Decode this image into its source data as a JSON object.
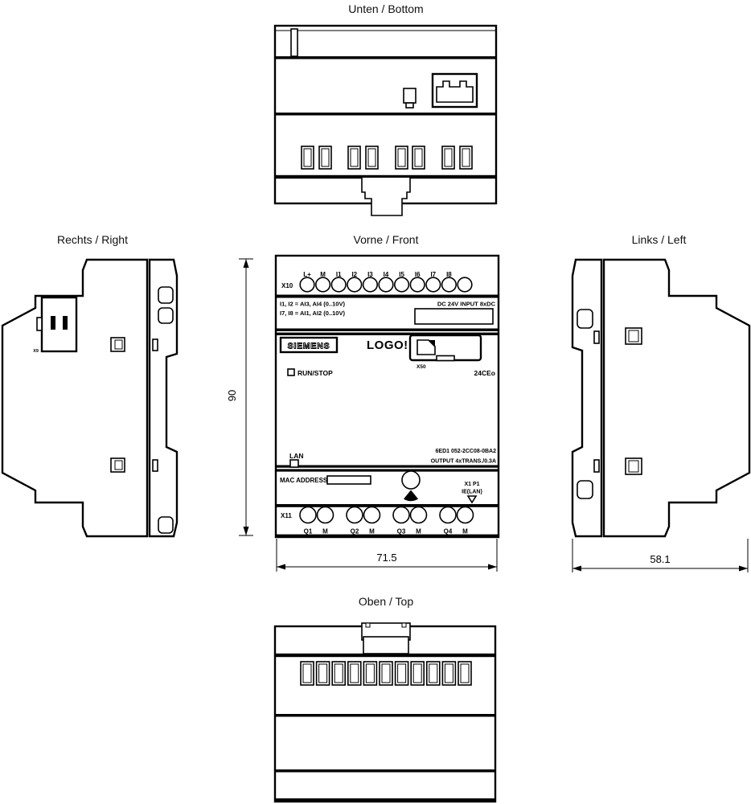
{
  "page": {
    "background": "#ffffff",
    "line_color": "#000000"
  },
  "views": {
    "bottom": {
      "title": "Unten / Bottom"
    },
    "right": {
      "title": "Rechts / Right",
      "connector": "X9"
    },
    "front": {
      "title": "Vorne / Front"
    },
    "left": {
      "title": "Links / Left"
    },
    "top": {
      "title": "Oben / Top"
    }
  },
  "front_panel": {
    "top_terminal": {
      "name": "X10",
      "labels": [
        "L+",
        "M",
        "I1",
        "I2",
        "I3",
        "I4",
        "I5",
        "I6",
        "I7",
        "I8"
      ]
    },
    "input_note_line1": "I1, I2 = AI3, AI4 (0..10V)",
    "input_note_line2": "I7, I8 = AI1, AI2 (0..10V)",
    "input_rating": "DC 24V INPUT 8xDC",
    "brand": "SIEMENS",
    "product": "LOGO!",
    "card_slot": "X50",
    "run_stop_label": "RUN/STOP",
    "type_label": "24CEo",
    "lan_label": "LAN",
    "order_number": "6ED1 052-2CC08-0BA2",
    "output_rating": "OUTPUT 4xTRANS./0.3A",
    "mac_label": "MAC ADDRESS",
    "port_label_line1": "X1 P1",
    "port_label_line2": "IE(LAN)",
    "bottom_terminal": {
      "name": "X11",
      "labels": [
        "Q1",
        "M",
        "Q2",
        "M",
        "Q3",
        "M",
        "Q4",
        "M"
      ]
    }
  },
  "dimensions": {
    "height_mm": "90",
    "width_mm": "71.5",
    "depth_mm": "58.1"
  }
}
